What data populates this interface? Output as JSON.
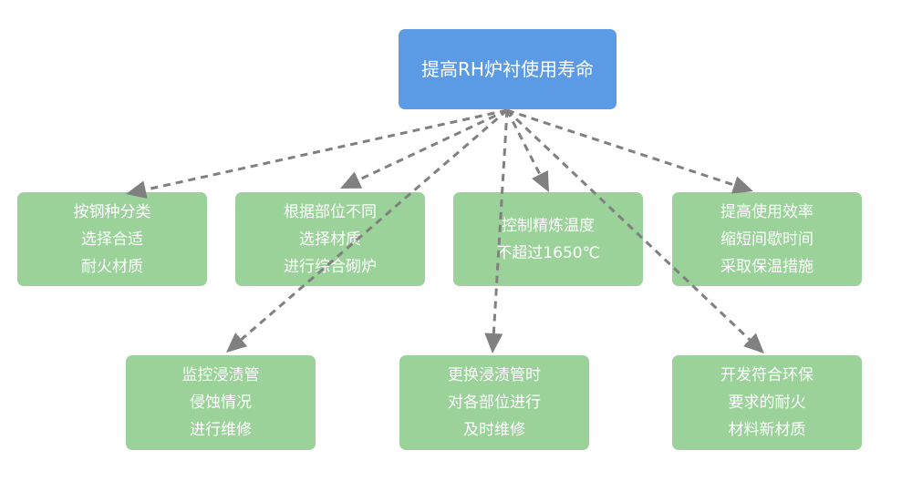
{
  "root": {
    "label": "提高RH炉衬使用寿命",
    "color": "#5b9be6"
  },
  "child_color": "#9ad29a",
  "edge_color": "#808080",
  "edge_style": "dashed-arrow",
  "children": [
    {
      "lines": [
        "按钢种分类",
        "选择合适",
        "耐火材质"
      ]
    },
    {
      "lines": [
        "根据部位不同",
        "选择材质",
        "进行综合砌炉"
      ]
    },
    {
      "lines": [
        "控制精炼温度",
        "不超过1650℃"
      ]
    },
    {
      "lines": [
        "提高使用效率",
        "缩短间歇时间",
        "采取保温措施"
      ]
    },
    {
      "lines": [
        "监控浸渍管",
        "侵蚀情况",
        "进行维修"
      ]
    },
    {
      "lines": [
        "更换浸渍管时",
        "对各部位进行",
        "及时维修"
      ]
    },
    {
      "lines": [
        "开发符合环保",
        "要求的耐火",
        "材料新材质"
      ]
    }
  ]
}
